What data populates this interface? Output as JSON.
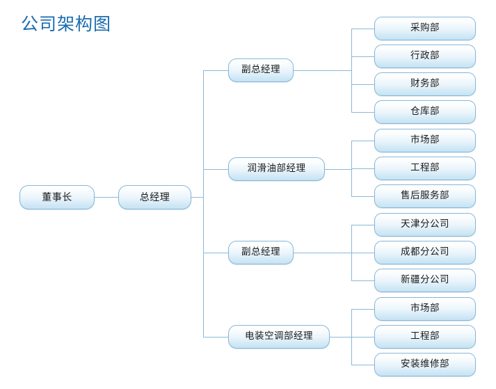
{
  "title": "公司架构图",
  "theme": {
    "title_color": "#1a6cb0",
    "node_border": "#86b6d8",
    "node_fill_top": "#ffffff",
    "node_fill_bottom": "#c6e3f3",
    "connector_color": "#8cb8d6",
    "background": "#ffffff",
    "text_color": "#1a1a1a"
  },
  "chart_data": {
    "type": "diagram",
    "diagram_type": "organization-chart",
    "orientation": "left-to-right",
    "title": "公司架构图",
    "levels": 3,
    "root": {
      "label": "董事长",
      "children": [
        {
          "label": "总经理",
          "children": [
            {
              "label": "副总经理",
              "children": [
                {
                  "label": "采购部"
                },
                {
                  "label": "行政部"
                },
                {
                  "label": "财务部"
                },
                {
                  "label": "仓库部"
                }
              ]
            },
            {
              "label": "润滑油部经理",
              "children": [
                {
                  "label": "市场部"
                },
                {
                  "label": "工程部"
                },
                {
                  "label": "售后服务部"
                }
              ]
            },
            {
              "label": "副总经理",
              "children": [
                {
                  "label": "天津分公司"
                },
                {
                  "label": "成都分公司"
                },
                {
                  "label": "新疆分公司"
                }
              ]
            },
            {
              "label": "电装空调部经理",
              "children": [
                {
                  "label": "市场部"
                },
                {
                  "label": "工程部"
                },
                {
                  "label": "安装维修部"
                }
              ]
            }
          ]
        }
      ]
    }
  },
  "nodes": {
    "chairman": "董事长",
    "general_manager": "总经理",
    "managers": [
      "副总经理",
      "润滑油部经理",
      "副总经理",
      "电装空调部经理"
    ],
    "group1": [
      "采购部",
      "行政部",
      "财务部",
      "仓库部"
    ],
    "group2": [
      "市场部",
      "工程部",
      "售后服务部"
    ],
    "group3": [
      "天津分公司",
      "成都分公司",
      "新疆分公司"
    ],
    "group4": [
      "市场部",
      "工程部",
      "安装维修部"
    ]
  }
}
